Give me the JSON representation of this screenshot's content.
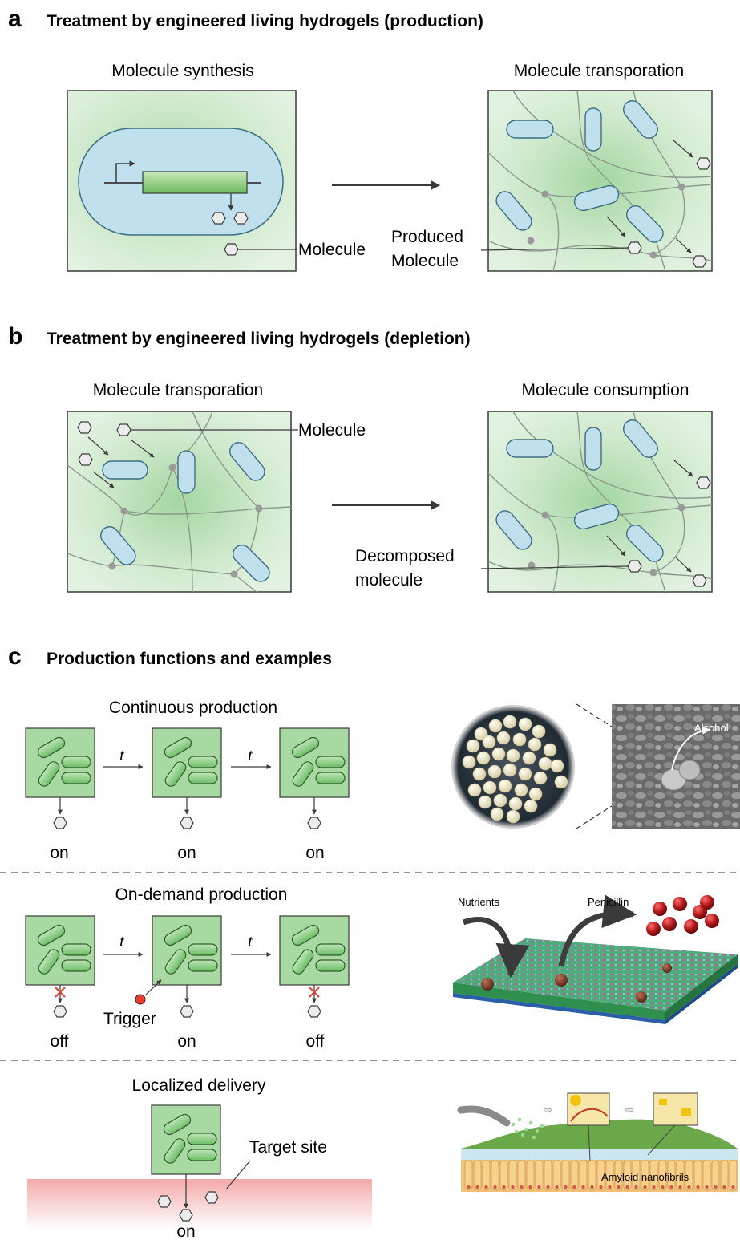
{
  "panel_a": {
    "letter": "a",
    "title": "Treatment by engineered living hydrogels (production)",
    "left_subtitle": "Molecule synthesis",
    "right_subtitle": "Molecule transporation",
    "molecule_label": "Molecule",
    "produced_label_1": "Produced",
    "produced_label_2": "Molecule"
  },
  "panel_b": {
    "letter": "b",
    "title": "Treatment by engineered living hydrogels (depletion)",
    "left_subtitle": "Molecule transporation",
    "right_subtitle": "Molecule consumption",
    "molecule_label": "Molecule",
    "decomposed_label_1": "Decomposed",
    "decomposed_label_2": "molecule"
  },
  "panel_c": {
    "letter": "c",
    "title": "Production functions and examples",
    "continuous": {
      "title": "Continuous production",
      "time_label": "t",
      "states": [
        "on",
        "on",
        "on"
      ],
      "photo_annotation": "Alcohol"
    },
    "ondemand": {
      "title": "On-demand production",
      "time_label": "t",
      "states": [
        "off",
        "on",
        "off"
      ],
      "trigger_label": "Trigger",
      "photo_label_nutrients": "Nutrients",
      "photo_label_penicillin": "Penicillin"
    },
    "localized": {
      "title": "Localized delivery",
      "target_label": "Target site",
      "state": "on",
      "photo_label": "Amyloid nanofibrils"
    }
  },
  "colors": {
    "hydrogel_fill": "#d4ecd4",
    "hydrogel_center": "#a7d8a5",
    "cell_fill": "#bfe0ec",
    "cell_stroke": "#3c6f82",
    "bacterium_fill": "#8fcf8a",
    "box_fill": "#a8d9a3",
    "trigger": "#e0402f",
    "cross": "#e0402f",
    "tissue": "#f4b3b3"
  }
}
